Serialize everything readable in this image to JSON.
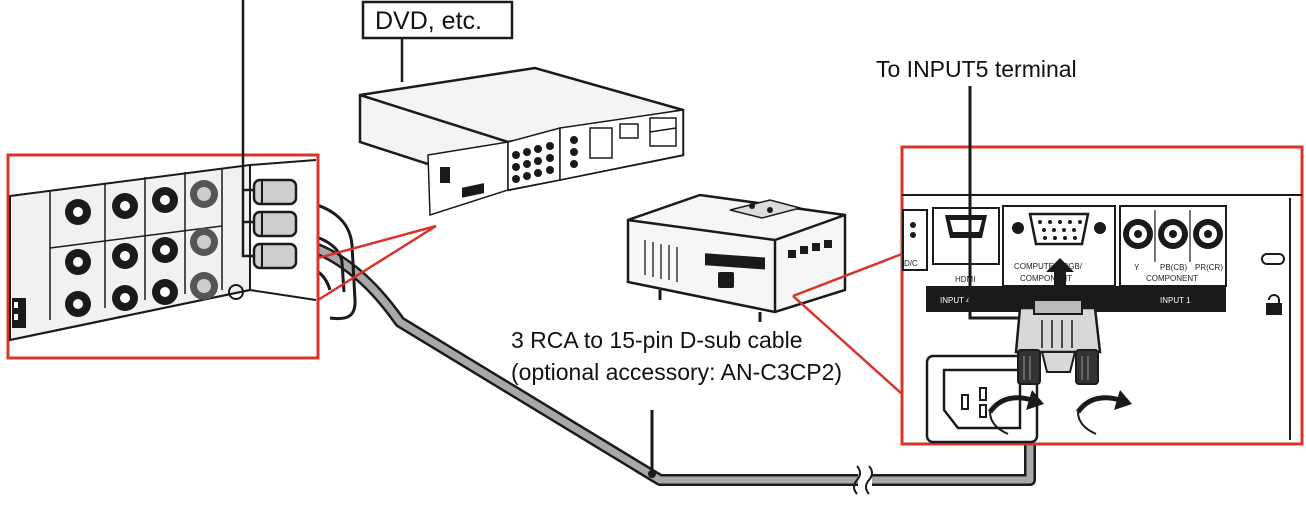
{
  "labels": {
    "device_box": "DVD, etc.",
    "target_terminal": "To INPUT5 terminal",
    "cable_line1": "3 RCA to 15-pin D-sub cable",
    "cable_line2": "(optional accessory: AN-C3CP2)"
  },
  "panel_labels": {
    "hdmi": "HDMI",
    "input4": "INPUT 4",
    "component_rgb": "COMPUTER-RGB/",
    "component": "COMPONENT",
    "y": "Y",
    "pb": "PB(CB)",
    "pr": "PR(CR)",
    "component_group": "COMPONENT",
    "input1": "INPUT 1",
    "dvi_edge": "D/C"
  },
  "colors": {
    "callout_red": "#d9342b",
    "outline": "#1a1a1a",
    "cable_gray": "#9a9a9a"
  }
}
